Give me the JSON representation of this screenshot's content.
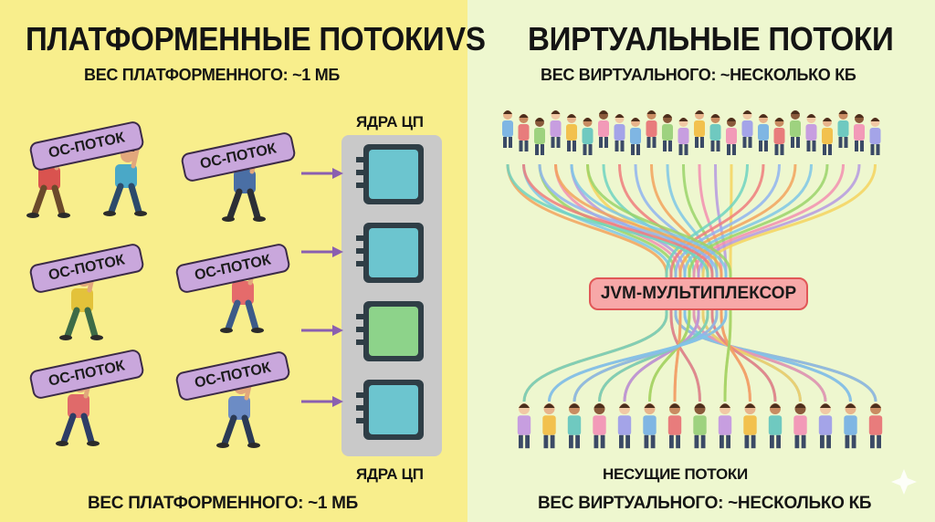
{
  "header": {
    "left_title": "ПЛАТФОРМЕННЫЕ ПОТОКИ",
    "vs": "VS",
    "right_title": "ВИРТУАЛЬНЫЕ ПОТОКИ",
    "left_subtitle": "ВЕС ПЛАТФОРМЕННОГО: ~1 МБ",
    "right_subtitle": "ВЕС ВИРТУАЛЬНОГО: ~НЕСКОЛЬКО КБ"
  },
  "left_panel": {
    "cpu_label_top": "ЯДРА ЦП",
    "cpu_label_bottom": "ЯДРА ЦП",
    "os_threads": [
      "ОС-ПОТОК",
      "ОС-ПОТОК",
      "ОС-ПОТОК",
      "ОС-ПОТОК",
      "ОС-ПОТОК",
      "ОС-ПОТОК"
    ],
    "footer": "ВЕС ПЛАТФОРМЕННОГО: ~1 МБ"
  },
  "right_panel": {
    "multiplexer": "JVM-МУЛЬТИПЛЕКСОР",
    "carrier_label": "НЕСУЩИЕ ПОТОКИ",
    "footer": "ВЕС ВИРТУАЛЬНОГО: ~НЕСКОЛЬКО КБ"
  },
  "colors": {
    "left_bg": "#f8ee8c",
    "right_bg": "#eef7cf",
    "pill": "#c9a7dc",
    "cpu_chip": "#6cc5cf",
    "cpu_chip_green": "#8dd38a",
    "mux_fill": "#f7a8a8",
    "mux_border": "#e15757",
    "arrow": "#8a5fb0"
  }
}
